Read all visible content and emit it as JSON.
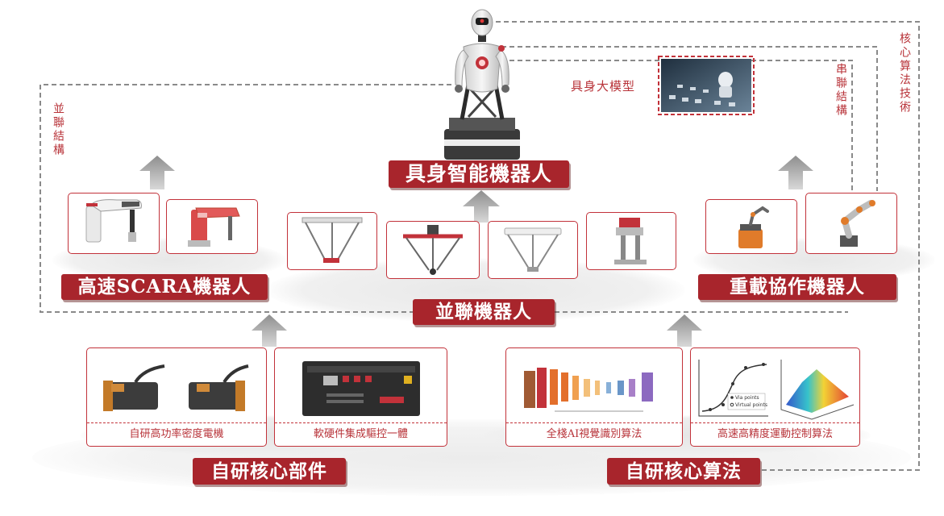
{
  "title": "具身智能機器人",
  "model_label": "具身大模型",
  "side_labels": {
    "parallel_structure": "並聯結構",
    "serial_structure": "串聯結構",
    "core_algorithm_tech": "核心算法技術"
  },
  "categories": {
    "scara": "高速SCARA機器人",
    "parallel": "並聯機器人",
    "cobot": "重載協作機器人",
    "core_components": "自研核心部件",
    "core_algorithms": "自研核心算法"
  },
  "captions": {
    "motor": "自研高功率密度電機",
    "controller": "軟硬件集成驅控一體",
    "vision": "全棧AI視覺識別算法",
    "motion": "高速高精度運動控制算法"
  },
  "graph_legend": {
    "via": "Via points",
    "virtual": "Virtual points"
  },
  "colors": {
    "brand_red": "#a8252c",
    "outline_red": "#c2323a",
    "dashed_gray": "#8a8a8a",
    "arrow_gray": "#8e8e8e"
  }
}
